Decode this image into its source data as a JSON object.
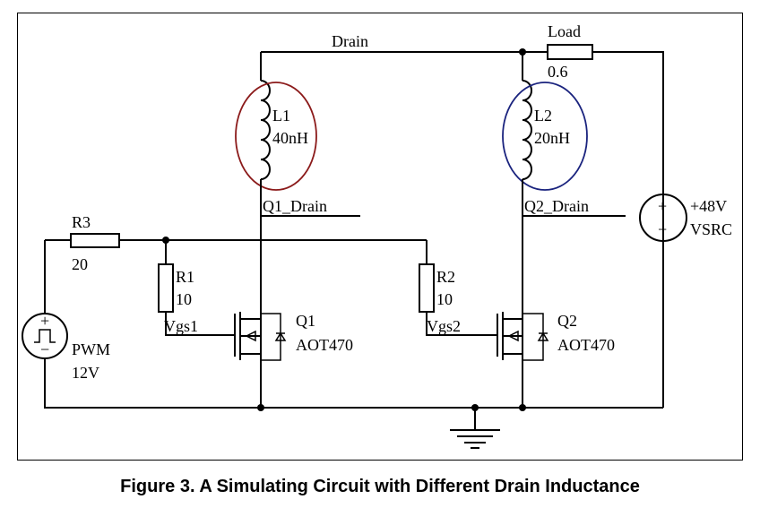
{
  "caption": "Figure 3. A Simulating Circuit with Different Drain Inductance",
  "labels": {
    "drain_top": "Drain",
    "load_name": "Load",
    "load_value": "0.6",
    "l1_name": "L1",
    "l1_value": "40nH",
    "l2_name": "L2",
    "l2_value": "20nH",
    "q1_drain": "Q1_Drain",
    "q2_drain": "Q2_Drain",
    "vsrc_value": "+48V",
    "vsrc_name": "VSRC",
    "vsrc_plus": "+",
    "vsrc_minus": "−",
    "r3_name": "R3",
    "r3_value": "20",
    "r1_name": "R1",
    "r1_value": "10",
    "r2_name": "R2",
    "r2_value": "10",
    "vgs1": "Vgs1",
    "vgs2": "Vgs2",
    "q1_name": "Q1",
    "q1_part": "AOT470",
    "q2_name": "Q2",
    "q2_part": "AOT470",
    "pwm_name": "PWM",
    "pwm_value": "12V",
    "pwm_plus": "+",
    "pwm_minus": "−"
  },
  "colors": {
    "l1_highlight": "#8b1a1a",
    "l2_highlight": "#1a237e"
  }
}
